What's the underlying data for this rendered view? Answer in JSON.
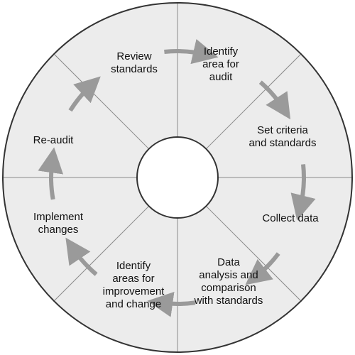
{
  "diagram": {
    "colors": {
      "disc_fill": "#ececec",
      "outline": "#333333",
      "divider": "#8a8a8a",
      "arrow": "#9a9a9a",
      "hole_fill": "#ffffff"
    },
    "steps": [
      {
        "id": "identify-area",
        "lines": [
          "Identify",
          "area for",
          "audit"
        ]
      },
      {
        "id": "set-criteria",
        "lines": [
          "Set criteria",
          "and standards"
        ]
      },
      {
        "id": "collect-data",
        "lines": [
          "Collect data"
        ]
      },
      {
        "id": "data-analysis",
        "lines": [
          "Data",
          "analysis and",
          "comparison",
          "with standards"
        ]
      },
      {
        "id": "identify-improvement",
        "lines": [
          "Identify",
          "areas for",
          "improvement",
          "and change"
        ]
      },
      {
        "id": "implement-changes",
        "lines": [
          "Implement",
          "changes"
        ]
      },
      {
        "id": "re-audit",
        "lines": [
          "Re-audit"
        ]
      },
      {
        "id": "review-standards",
        "lines": [
          "Review",
          "standards"
        ]
      }
    ]
  }
}
